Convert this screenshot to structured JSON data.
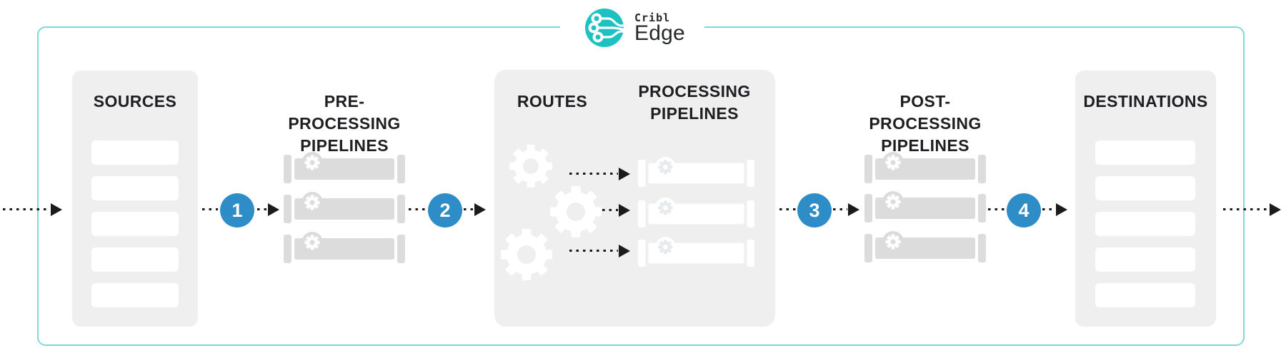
{
  "diagram": {
    "name": "Cribl Edge data flow architecture",
    "flow_direction": "left-to-right"
  },
  "logo": {
    "brand": "Cribl",
    "product": "Edge",
    "icon": "cribl-circuit-circle-icon"
  },
  "nodes": {
    "sources": {
      "label": "SOURCES",
      "row_count": 5
    },
    "pre_processing": {
      "line1": "PRE-PROCESSING",
      "line2": "PIPELINES",
      "pipeline_count": 3
    },
    "routes": {
      "label": "ROUTES",
      "gear_count": 3
    },
    "processing": {
      "line1": "PROCESSING",
      "line2": "PIPELINES",
      "pipeline_count": 3
    },
    "post_processing": {
      "line1": "POST-PROCESSING",
      "line2": "PIPELINES",
      "pipeline_count": 3
    },
    "destinations": {
      "label": "DESTINATIONS",
      "row_count": 5
    }
  },
  "steps": [
    {
      "number": "1"
    },
    {
      "number": "2"
    },
    {
      "number": "3"
    },
    {
      "number": "4"
    }
  ],
  "colors": {
    "logo_teal": "#1ec1c1",
    "frame_border": "#7cdbd8",
    "step_blue": "#2e8cc7",
    "panel_gray": "#efefef",
    "pipe_gray": "#dcdcdc",
    "pipe_white": "#ffffff",
    "arrow_black": "#1b1b1b",
    "text_dark": "#1f1f23"
  }
}
